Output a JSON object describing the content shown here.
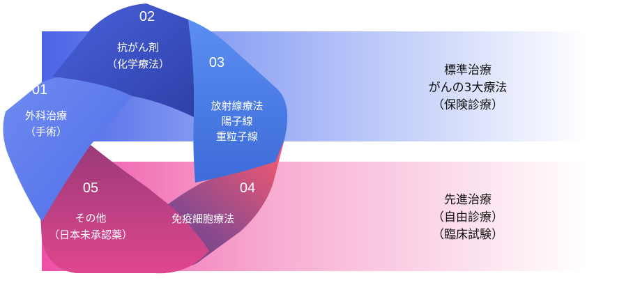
{
  "segments": [
    {
      "number": "01",
      "lines": [
        "外科治療",
        "（手術）"
      ]
    },
    {
      "number": "02",
      "lines": [
        "抗がん剤",
        "（化学療法）"
      ]
    },
    {
      "number": "03",
      "lines": [
        "放射線療法",
        "陽子線",
        "重粒子線"
      ]
    },
    {
      "number": "04",
      "lines": [
        "免疫細胞療法"
      ]
    },
    {
      "number": "05",
      "lines": [
        "その他",
        "（日本未承認薬）"
      ]
    }
  ],
  "categories": {
    "standard": {
      "lines": [
        "標準治療",
        "がんの3大療法",
        "（保険診療）"
      ]
    },
    "advanced": {
      "lines": [
        "先進治療",
        "（自由診療）",
        "（臨床試験）"
      ]
    }
  }
}
